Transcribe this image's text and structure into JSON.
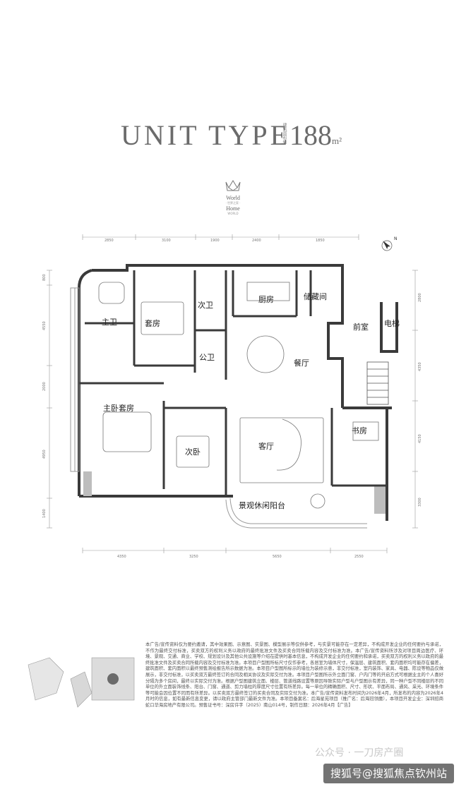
{
  "title": {
    "main": "UNIT TYPE",
    "area": "188",
    "unit": "m²",
    "small_note": "建筑面积约"
  },
  "logo": {
    "line1": "World",
    "line2": "Home",
    "sub1": "· 世界之家 ·",
    "sub2": "WORLD"
  },
  "compass": {
    "letter": "N"
  },
  "dimensions": {
    "top": [
      "2850",
      "3100",
      "1900",
      "2400",
      "1850"
    ],
    "bottom": [
      "4350",
      "3250",
      "5650",
      "2550"
    ],
    "left": [
      "800",
      "4550",
      "2000",
      "4950",
      "1400"
    ],
    "right": [
      "2800",
      "4350",
      "4150",
      "3300"
    ]
  },
  "rooms": {
    "master_bath": "主卫",
    "suite": "套房",
    "second_bath": "次卫",
    "kitchen": "厨房",
    "storage": "储藏间",
    "foyer": "前室",
    "elevator": "电梯",
    "public_bath": "公卫",
    "dining": "餐厅",
    "master_suite": "主卧套房",
    "second_bedroom": "次卧",
    "living": "客厅",
    "study": "书房",
    "balcony": "景观休闲阳台"
  },
  "disclaimer": "本广告/宣传资料仅为要约邀请，其中效果图、示意图、实景图、模型展示等仅供参考，与实景可能存在一定差异，不构成开发企业的任何要约与承诺，不作为最终交付标准，买卖双方的权利义务以政府的最终批准文件及买卖合同所载内容及交付标准为准。本广告/宣传资料所涉及对项目周边医疗、环境、景观、交通、商业、学校、规划设计及其他公共设施等介绍在提供时基本信息，不构成开发企业的任何要约和承诺，买卖双方的权利义务以政府的最终批准文件及买卖合同所载内容及交付标准为准。本项目户型图所标尺寸仅作参考，各居室为墙体尺寸，保温层、建筑面积、套内面积均可能存在偏差，建筑面积、套内面积以最终预售测绘报告所示数据为准。本项目户型图所标示的墙位为装修示意，非交付标准，室内装饰、家具、电器、陈设等物品仅做展示，非交付标准，以买卖双方最终签订的合同及相关协议及实际交付为准。本项目户型图所示外立面门窗、户内门等的开启方式可根据业主的个人喜好分隔为多个房间，最终以实际交付为准。根据户型图建筑立面、楼层、管道线路设置等原因导致实际户型与户型图示有差异，同一种户型不同楼层的不同单位的外立面装饰线条、阳台、门窗、通道、剪力墙柱的厚度尺寸位置有所差异。每一单位的精确面积、尺寸、形状、平面布局、通风、采光、环境条件等可能会因位置不同而有所差异。以买卖双方最终签订的买卖合同及实际交付为准。本广告/宣传资料发布时间为2026年4月，所发布的内容为2026年4月时的信息，如有最新信息变更，请以政府主管部门最新文件为准。本项目备案名：后海星苑项目（推广名：后海冠领魔），本项目开发企业：深圳招商蛇口华海房地产有限公司。预售证书号：深房许字（2025）南山014号，制作日期：2026年4月【广告】",
  "watermarks": {
    "account": "公众号 · 一刀房产圈",
    "sohu": "搜狐号@搜狐焦点钦州站"
  },
  "colors": {
    "wall": "#3a3a3a",
    "window": "#9a9a9a",
    "title": "#6b6b6b"
  }
}
